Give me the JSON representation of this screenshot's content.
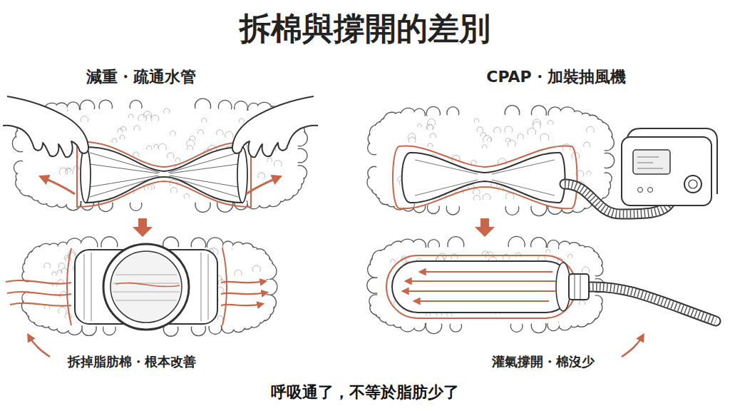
{
  "diagram": {
    "title": "拆棉與撐開的差別",
    "caption": "呼吸通了，不等於脂肪少了",
    "labels": [
      "減重・疏通水管",
      "CPAP・加裝抽風機",
      "拆掉脂肪棉・根本改善",
      "灌氣撐開・棉沒少"
    ]
  }
}
